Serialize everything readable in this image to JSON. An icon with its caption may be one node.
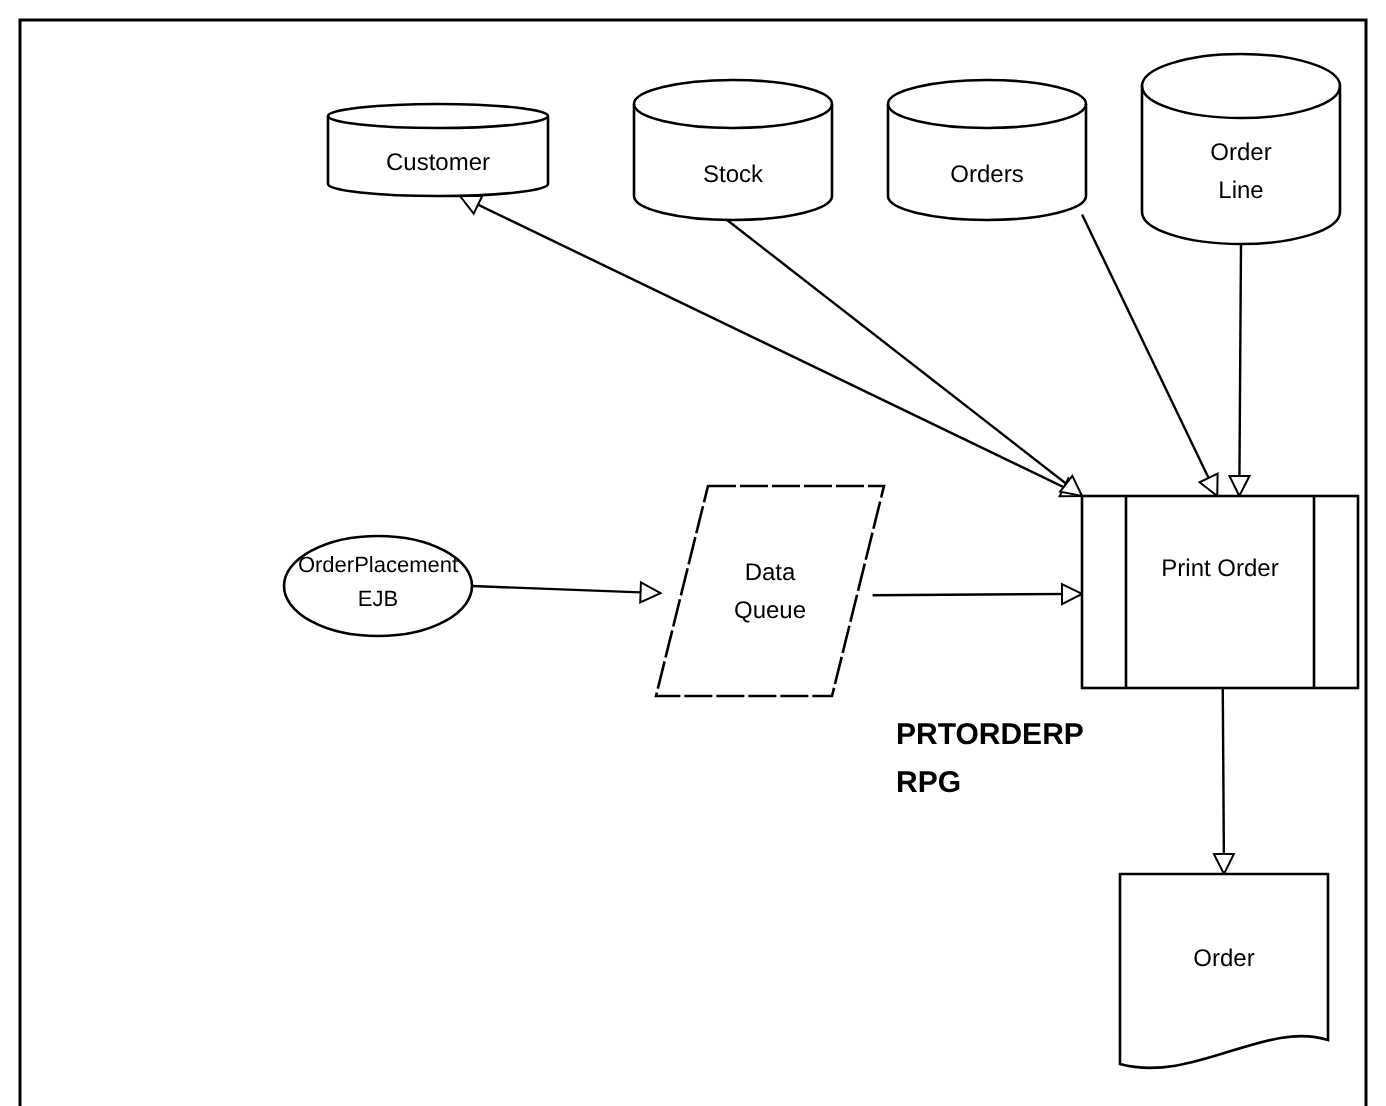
{
  "diagram": {
    "nodes": [
      {
        "text": [
          "Customer"
        ]
      },
      {
        "text": [
          "Stock"
        ]
      },
      {
        "text": [
          "Orders"
        ]
      },
      {
        "text": [
          "Order Line"
        ]
      },
      {
        "text": [
          "OrderPlacement EJB"
        ]
      },
      {
        "text": [
          "Data Queue"
        ]
      },
      {
        "text": [
          "Print Order"
        ],
        "beside": [
          "PRTORDERP RPG"
        ]
      },
      {
        "text": [
          "Order"
        ]
      }
    ],
    "edges": [
      {
        "from": 0,
        "to": 6,
        "arrow": "both"
      },
      {
        "from": 1,
        "to": 6,
        "arrow": "to"
      },
      {
        "from": 2,
        "to": 6,
        "arrow": "to"
      },
      {
        "from": 3,
        "to": 6,
        "arrow": "to"
      },
      {
        "from": 4,
        "to": 5,
        "arrow": "to"
      },
      {
        "from": 5,
        "to": 6,
        "arrow": "to"
      },
      {
        "from": 6,
        "to": 7,
        "arrow": "to"
      }
    ]
  }
}
